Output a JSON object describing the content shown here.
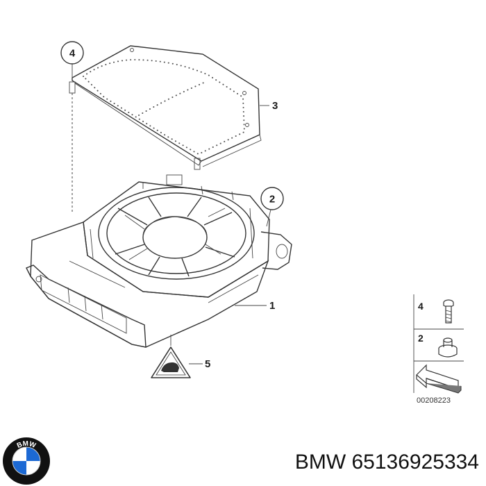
{
  "callouts": {
    "c1": "1",
    "c2": "2",
    "c3": "3",
    "c4": "4",
    "c5": "5"
  },
  "legend": {
    "item_4": "4",
    "item_2": "2",
    "ref_code": "00208223"
  },
  "brand": {
    "logo_icon": "bmw-roundel-icon",
    "caption": "BMW 65136925334",
    "logo_letters": "BMW"
  },
  "colors": {
    "logo_blue": "#1c69d4",
    "logo_ring": "#111111"
  }
}
